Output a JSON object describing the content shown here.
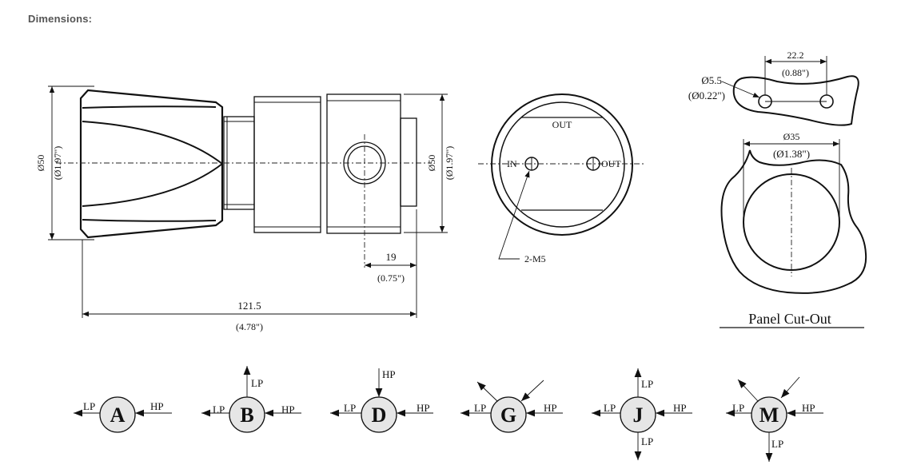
{
  "heading": "Dimensions:",
  "drawing": {
    "side_view": {
      "height_mm": "Ø50",
      "height_in": "(Ø1.97\")",
      "body_height_mm": "Ø50",
      "body_height_in": "(Ø1.97\")",
      "port_offset_mm": "19",
      "port_offset_in": "(0.75\")",
      "length_mm": "121.5",
      "length_in": "(4.78\")"
    },
    "end_view": {
      "top_label": "OUT",
      "in_label": "IN",
      "out_label": "OUT",
      "thread_label": "2-M5"
    },
    "panel_cutout": {
      "spacing_mm": "22.2",
      "spacing_in": "(0.88\")",
      "hole_mm": "Ø5.5",
      "hole_in": "(Ø0.22\")",
      "bore_mm": "Ø35",
      "bore_in": "(Ø1.38\")",
      "title": "Panel Cut-Out"
    }
  },
  "port_configs": [
    {
      "letter": "A",
      "left": "LP",
      "right": "HP",
      "top": "",
      "bottom": ""
    },
    {
      "letter": "B",
      "left": "LP",
      "right": "HP",
      "top": "LP",
      "bottom": ""
    },
    {
      "letter": "D",
      "left": "LP",
      "right": "HP",
      "top": "HP",
      "bottom": ""
    },
    {
      "letter": "G",
      "left": "LP",
      "right": "HP",
      "top": "",
      "bottom": ""
    },
    {
      "letter": "J",
      "left": "LP",
      "right": "HP",
      "top": "LP",
      "bottom": "LP"
    },
    {
      "letter": "M",
      "left": "LP",
      "right": "HP",
      "top": "",
      "bottom": "LP"
    }
  ]
}
